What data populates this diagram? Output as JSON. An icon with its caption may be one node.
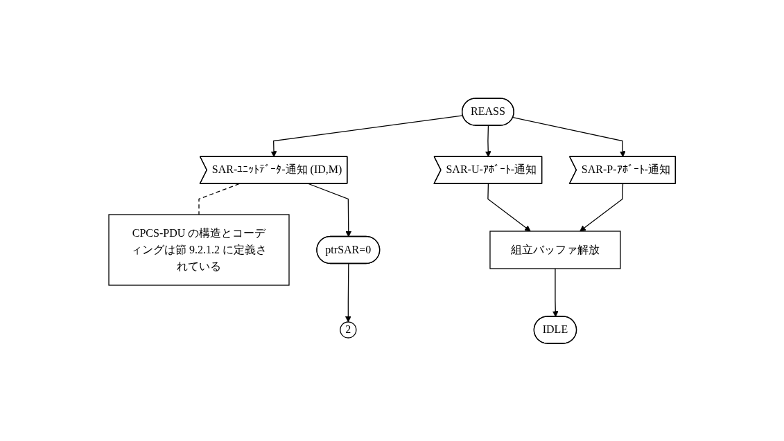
{
  "diagram": {
    "nodes": [
      {
        "text": [
          "REASS"
        ]
      },
      {
        "text": [
          "SAR-ﾕﾆｯﾄﾃﾞｰﾀ-通知 (ID,M)"
        ]
      },
      {
        "text": [
          "CPCS-PDU の構造とコーディングは節 9.2.1.2 に定義されている"
        ]
      },
      {
        "text": [
          "SAR-U-ｱﾎﾞｰﾄ-通知"
        ]
      },
      {
        "text": [
          "SAR-P-ｱﾎﾞｰﾄ-通知"
        ]
      },
      {
        "text": [
          "ptrSAR=0"
        ]
      },
      {
        "text": [
          "組立バッファ解放"
        ]
      },
      {
        "text": [
          "2"
        ]
      },
      {
        "text": [
          "IDLE"
        ]
      }
    ],
    "edges": [
      {
        "from": 0,
        "to": 1,
        "arrow": "to"
      },
      {
        "from": 0,
        "to": 3,
        "arrow": "to"
      },
      {
        "from": 0,
        "to": 4,
        "arrow": "to"
      },
      {
        "from": 1,
        "to": 2,
        "arrow": "none",
        "style": "dashed"
      },
      {
        "from": 1,
        "to": 5,
        "arrow": "to"
      },
      {
        "from": 5,
        "to": 7,
        "arrow": "to"
      },
      {
        "from": 3,
        "to": 6,
        "arrow": "to"
      },
      {
        "from": 4,
        "to": 6,
        "arrow": "to"
      },
      {
        "from": 6,
        "to": 8,
        "arrow": "to"
      }
    ]
  }
}
